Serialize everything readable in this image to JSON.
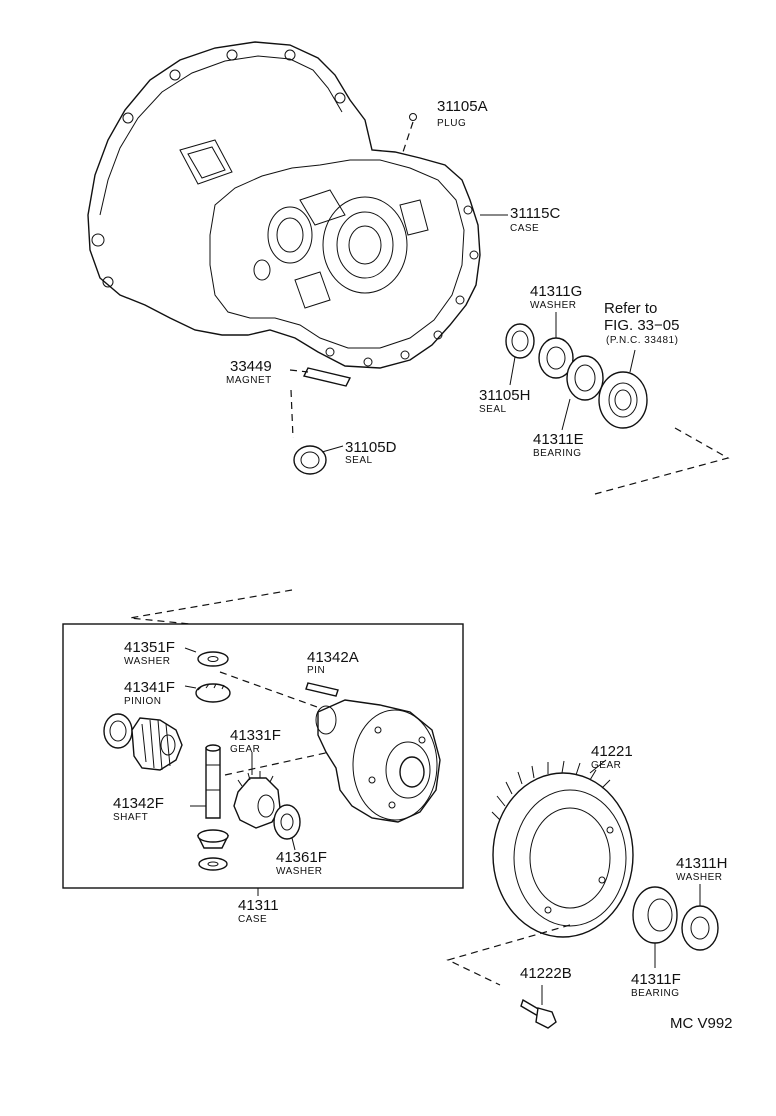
{
  "parts": {
    "p31105A": {
      "number": "31105A",
      "name": "PLUG"
    },
    "p31115C": {
      "number": "31115C",
      "name": "CASE"
    },
    "p41311G": {
      "number": "41311G",
      "name": "WASHER"
    },
    "p33449": {
      "number": "33449",
      "name": "MAGNET"
    },
    "p31105H": {
      "number": "31105H",
      "name": "SEAL"
    },
    "p41311E": {
      "number": "41311E",
      "name": "BEARING"
    },
    "p31105D": {
      "number": "31105D",
      "name": "SEAL"
    },
    "p41351F": {
      "number": "41351F",
      "name": "WASHER"
    },
    "p41342A": {
      "number": "41342A",
      "name": "PIN"
    },
    "p41341F": {
      "number": "41341F",
      "name": "PINION"
    },
    "p41331F": {
      "number": "41331F",
      "name": "GEAR"
    },
    "p41342F": {
      "number": "41342F",
      "name": "SHAFT"
    },
    "p41361F": {
      "number": "41361F",
      "name": "WASHER"
    },
    "p41311": {
      "number": "41311",
      "name": "CASE"
    },
    "p41221": {
      "number": "41221",
      "name": "GEAR"
    },
    "p41311H": {
      "number": "41311H",
      "name": "WASHER"
    },
    "p41311F": {
      "number": "41311F",
      "name": "BEARING"
    },
    "p41222B": {
      "number": "41222B",
      "name": ""
    }
  },
  "reference": {
    "line1": "Refer to",
    "line2": "FIG. 33−05",
    "line3": "(P.N.C. 33481)"
  },
  "figure_code": "MC V992"
}
